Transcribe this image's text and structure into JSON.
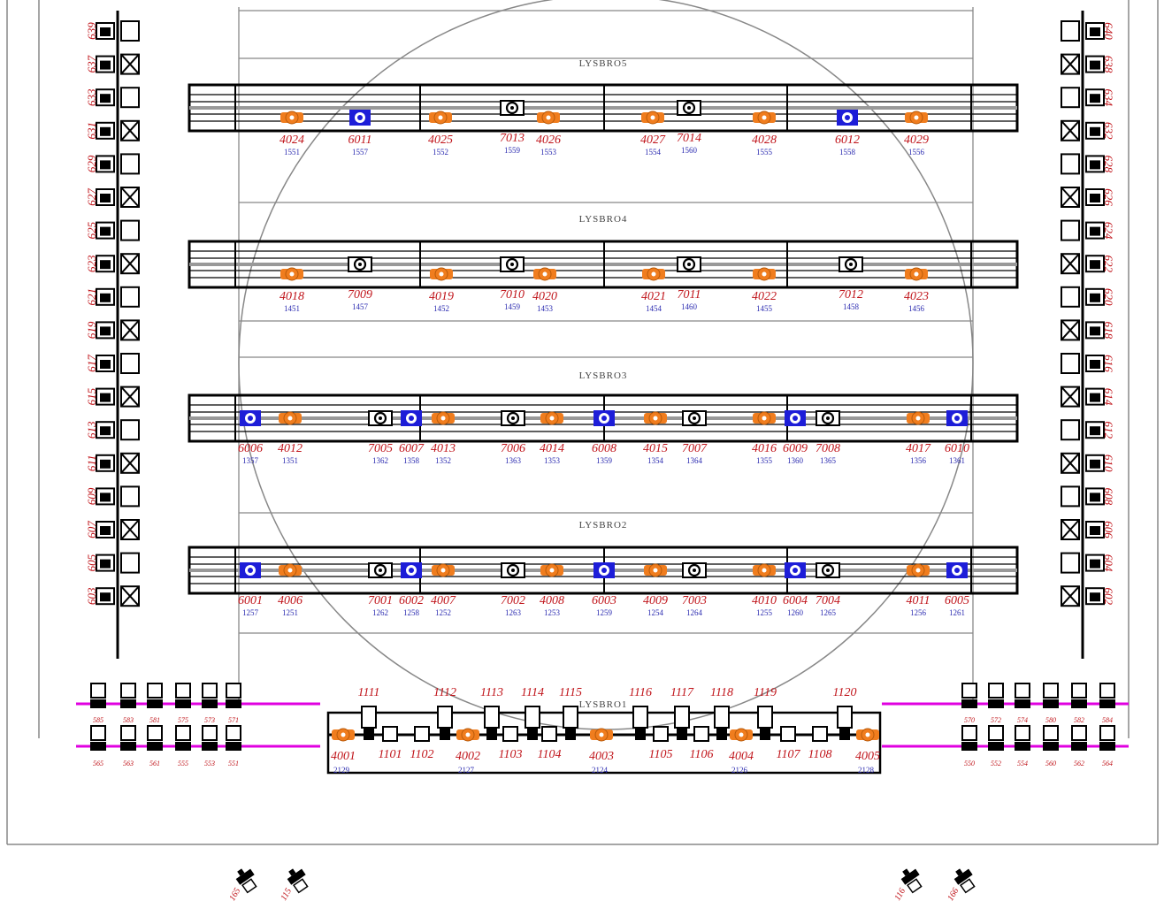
{
  "colors": {
    "frame": "#888888",
    "rail": "#000000",
    "orange": "#f07d1e",
    "blue": "#1d1dd8",
    "magenta": "#e000e0",
    "red_label": "#c0141a",
    "blue_label": "#2b2bb0"
  },
  "bridges": [
    {
      "key": "LYSBRO5",
      "title": "LYSBRO5",
      "valves": [
        {
          "color": "orange",
          "id": "4024",
          "sub": "1551"
        },
        {
          "color": "blue",
          "id": "6011",
          "sub": "1557"
        },
        {
          "color": "orange",
          "id": "4025",
          "sub": "1552"
        },
        {
          "color": "black",
          "id": "7013",
          "sub": "1559"
        },
        {
          "color": "orange",
          "id": "4026",
          "sub": "1553"
        },
        {
          "color": "orange",
          "id": "4027",
          "sub": "1554"
        },
        {
          "color": "black",
          "id": "7014",
          "sub": "1560"
        },
        {
          "color": "orange",
          "id": "4028",
          "sub": "1555"
        },
        {
          "color": "blue",
          "id": "6012",
          "sub": "1558"
        },
        {
          "color": "orange",
          "id": "4029",
          "sub": "1556"
        }
      ]
    },
    {
      "key": "LYSBRO4",
      "title": "LYSBRO4",
      "valves": [
        {
          "color": "orange",
          "id": "4018",
          "sub": "1451"
        },
        {
          "color": "black",
          "id": "7009",
          "sub": "1457"
        },
        {
          "color": "orange",
          "id": "4019",
          "sub": "1452"
        },
        {
          "color": "black",
          "id": "7010",
          "sub": "1459"
        },
        {
          "color": "orange",
          "id": "4020",
          "sub": "1453"
        },
        {
          "color": "orange",
          "id": "4021",
          "sub": "1454"
        },
        {
          "color": "black",
          "id": "7011",
          "sub": "1460"
        },
        {
          "color": "orange",
          "id": "4022",
          "sub": "1455"
        },
        {
          "color": "black",
          "id": "7012",
          "sub": "1458"
        },
        {
          "color": "orange",
          "id": "4023",
          "sub": "1456"
        }
      ]
    },
    {
      "key": "LYSBRO3",
      "title": "LYSBRO3",
      "valves": [
        {
          "color": "blue",
          "id": "6006",
          "sub": "1357"
        },
        {
          "color": "orange",
          "id": "4012",
          "sub": "1351"
        },
        {
          "color": "black",
          "id": "7005",
          "sub": "1362"
        },
        {
          "color": "blue",
          "id": "6007",
          "sub": "1358"
        },
        {
          "color": "orange",
          "id": "4013",
          "sub": "1352"
        },
        {
          "color": "black",
          "id": "7006",
          "sub": "1363"
        },
        {
          "color": "orange",
          "id": "4014",
          "sub": "1353"
        },
        {
          "color": "blue",
          "id": "6008",
          "sub": "1359"
        },
        {
          "color": "orange",
          "id": "4015",
          "sub": "1354"
        },
        {
          "color": "black",
          "id": "7007",
          "sub": "1364"
        },
        {
          "color": "orange",
          "id": "4016",
          "sub": "1355"
        },
        {
          "color": "blue",
          "id": "6009",
          "sub": "1360"
        },
        {
          "color": "black",
          "id": "7008",
          "sub": "1365"
        },
        {
          "color": "orange",
          "id": "4017",
          "sub": "1356"
        },
        {
          "color": "blue",
          "id": "6010",
          "sub": "1361"
        }
      ]
    },
    {
      "key": "LYSBRO2",
      "title": "LYSBRO2",
      "valves": [
        {
          "color": "blue",
          "id": "6001",
          "sub": "1257"
        },
        {
          "color": "orange",
          "id": "4006",
          "sub": "1251"
        },
        {
          "color": "black",
          "id": "7001",
          "sub": "1262"
        },
        {
          "color": "blue",
          "id": "6002",
          "sub": "1258"
        },
        {
          "color": "orange",
          "id": "4007",
          "sub": "1252"
        },
        {
          "color": "black",
          "id": "7002",
          "sub": "1263"
        },
        {
          "color": "orange",
          "id": "4008",
          "sub": "1253"
        },
        {
          "color": "blue",
          "id": "6003",
          "sub": "1259"
        },
        {
          "color": "orange",
          "id": "4009",
          "sub": "1254"
        },
        {
          "color": "black",
          "id": "7003",
          "sub": "1264"
        },
        {
          "color": "orange",
          "id": "4010",
          "sub": "1255"
        },
        {
          "color": "blue",
          "id": "6004",
          "sub": "1260"
        },
        {
          "color": "black",
          "id": "7004",
          "sub": "1265"
        },
        {
          "color": "orange",
          "id": "4011",
          "sub": "1256"
        },
        {
          "color": "blue",
          "id": "6005",
          "sub": "1261"
        }
      ]
    }
  ],
  "lysbro1": {
    "title": "LYSBRO1",
    "top_labels": [
      "1111",
      "1112",
      "1113",
      "1114",
      "1115",
      "1116",
      "1117",
      "1118",
      "1119",
      "1120"
    ],
    "bottom_labels": [
      {
        "id": "4001",
        "sub": "2129"
      },
      {
        "id": "1101"
      },
      {
        "id": "1102"
      },
      {
        "id": "4002",
        "sub": "2127"
      },
      {
        "id": "1103"
      },
      {
        "id": "1104"
      },
      {
        "id": "4003",
        "sub": "2124"
      },
      {
        "id": "1105"
      },
      {
        "id": "1106"
      },
      {
        "id": "4004",
        "sub": "2126"
      },
      {
        "id": "1107"
      },
      {
        "id": "1108"
      },
      {
        "id": "4005",
        "sub": "2128"
      }
    ]
  },
  "left_column": [
    "639",
    "637",
    "633",
    "631",
    "629",
    "627",
    "625",
    "623",
    "621",
    "619",
    "617",
    "615",
    "613",
    "611",
    "609",
    "607",
    "605",
    "603"
  ],
  "right_column": [
    "640",
    "638",
    "634",
    "632",
    "628",
    "626",
    "624",
    "622",
    "620",
    "618",
    "616",
    "614",
    "612",
    "610",
    "608",
    "606",
    "604",
    "602"
  ],
  "left_lower_top": [
    "585",
    "583",
    "581",
    "575",
    "573",
    "571"
  ],
  "left_lower_bottom": [
    "565",
    "563",
    "561",
    "555",
    "553",
    "551"
  ],
  "right_lower_top": [
    "570",
    "572",
    "574",
    "580",
    "582",
    "584"
  ],
  "right_lower_bottom": [
    "550",
    "552",
    "554",
    "560",
    "562",
    "564"
  ],
  "bottom_left_marks": [
    "165",
    "115"
  ],
  "bottom_right_marks": [
    "116",
    "166"
  ]
}
